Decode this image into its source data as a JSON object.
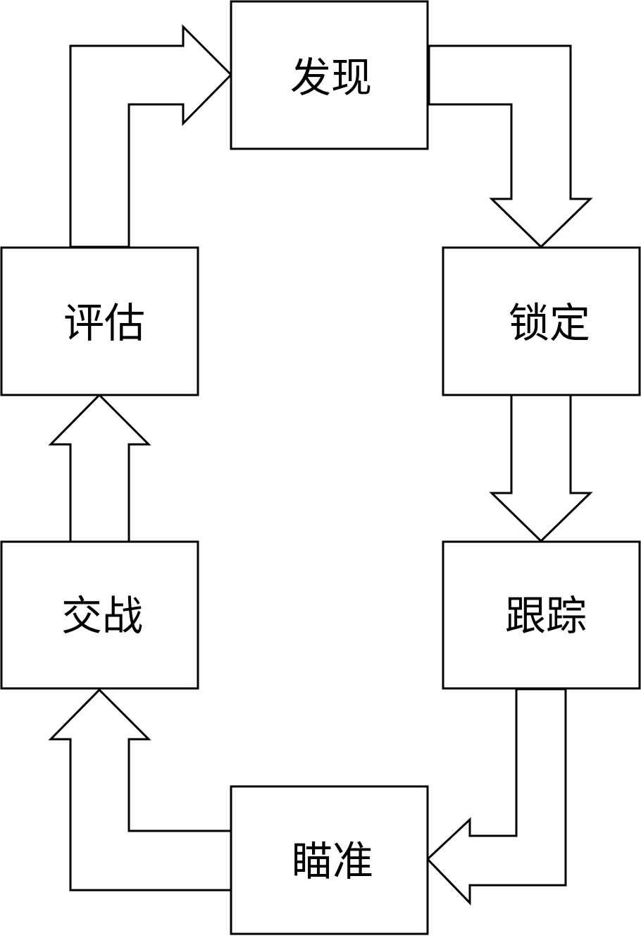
{
  "diagram": {
    "nodes": {
      "discover": "发现",
      "lock": "锁定",
      "track": "跟踪",
      "aim": "瞄准",
      "engage": "交战",
      "assess": "评估"
    },
    "edges": [
      {
        "from": "discover",
        "to": "lock"
      },
      {
        "from": "lock",
        "to": "track"
      },
      {
        "from": "track",
        "to": "aim"
      },
      {
        "from": "aim",
        "to": "engage"
      },
      {
        "from": "engage",
        "to": "assess"
      },
      {
        "from": "assess",
        "to": "discover"
      }
    ],
    "colors": {
      "stroke": "#000000",
      "fill": "#ffffff"
    }
  }
}
